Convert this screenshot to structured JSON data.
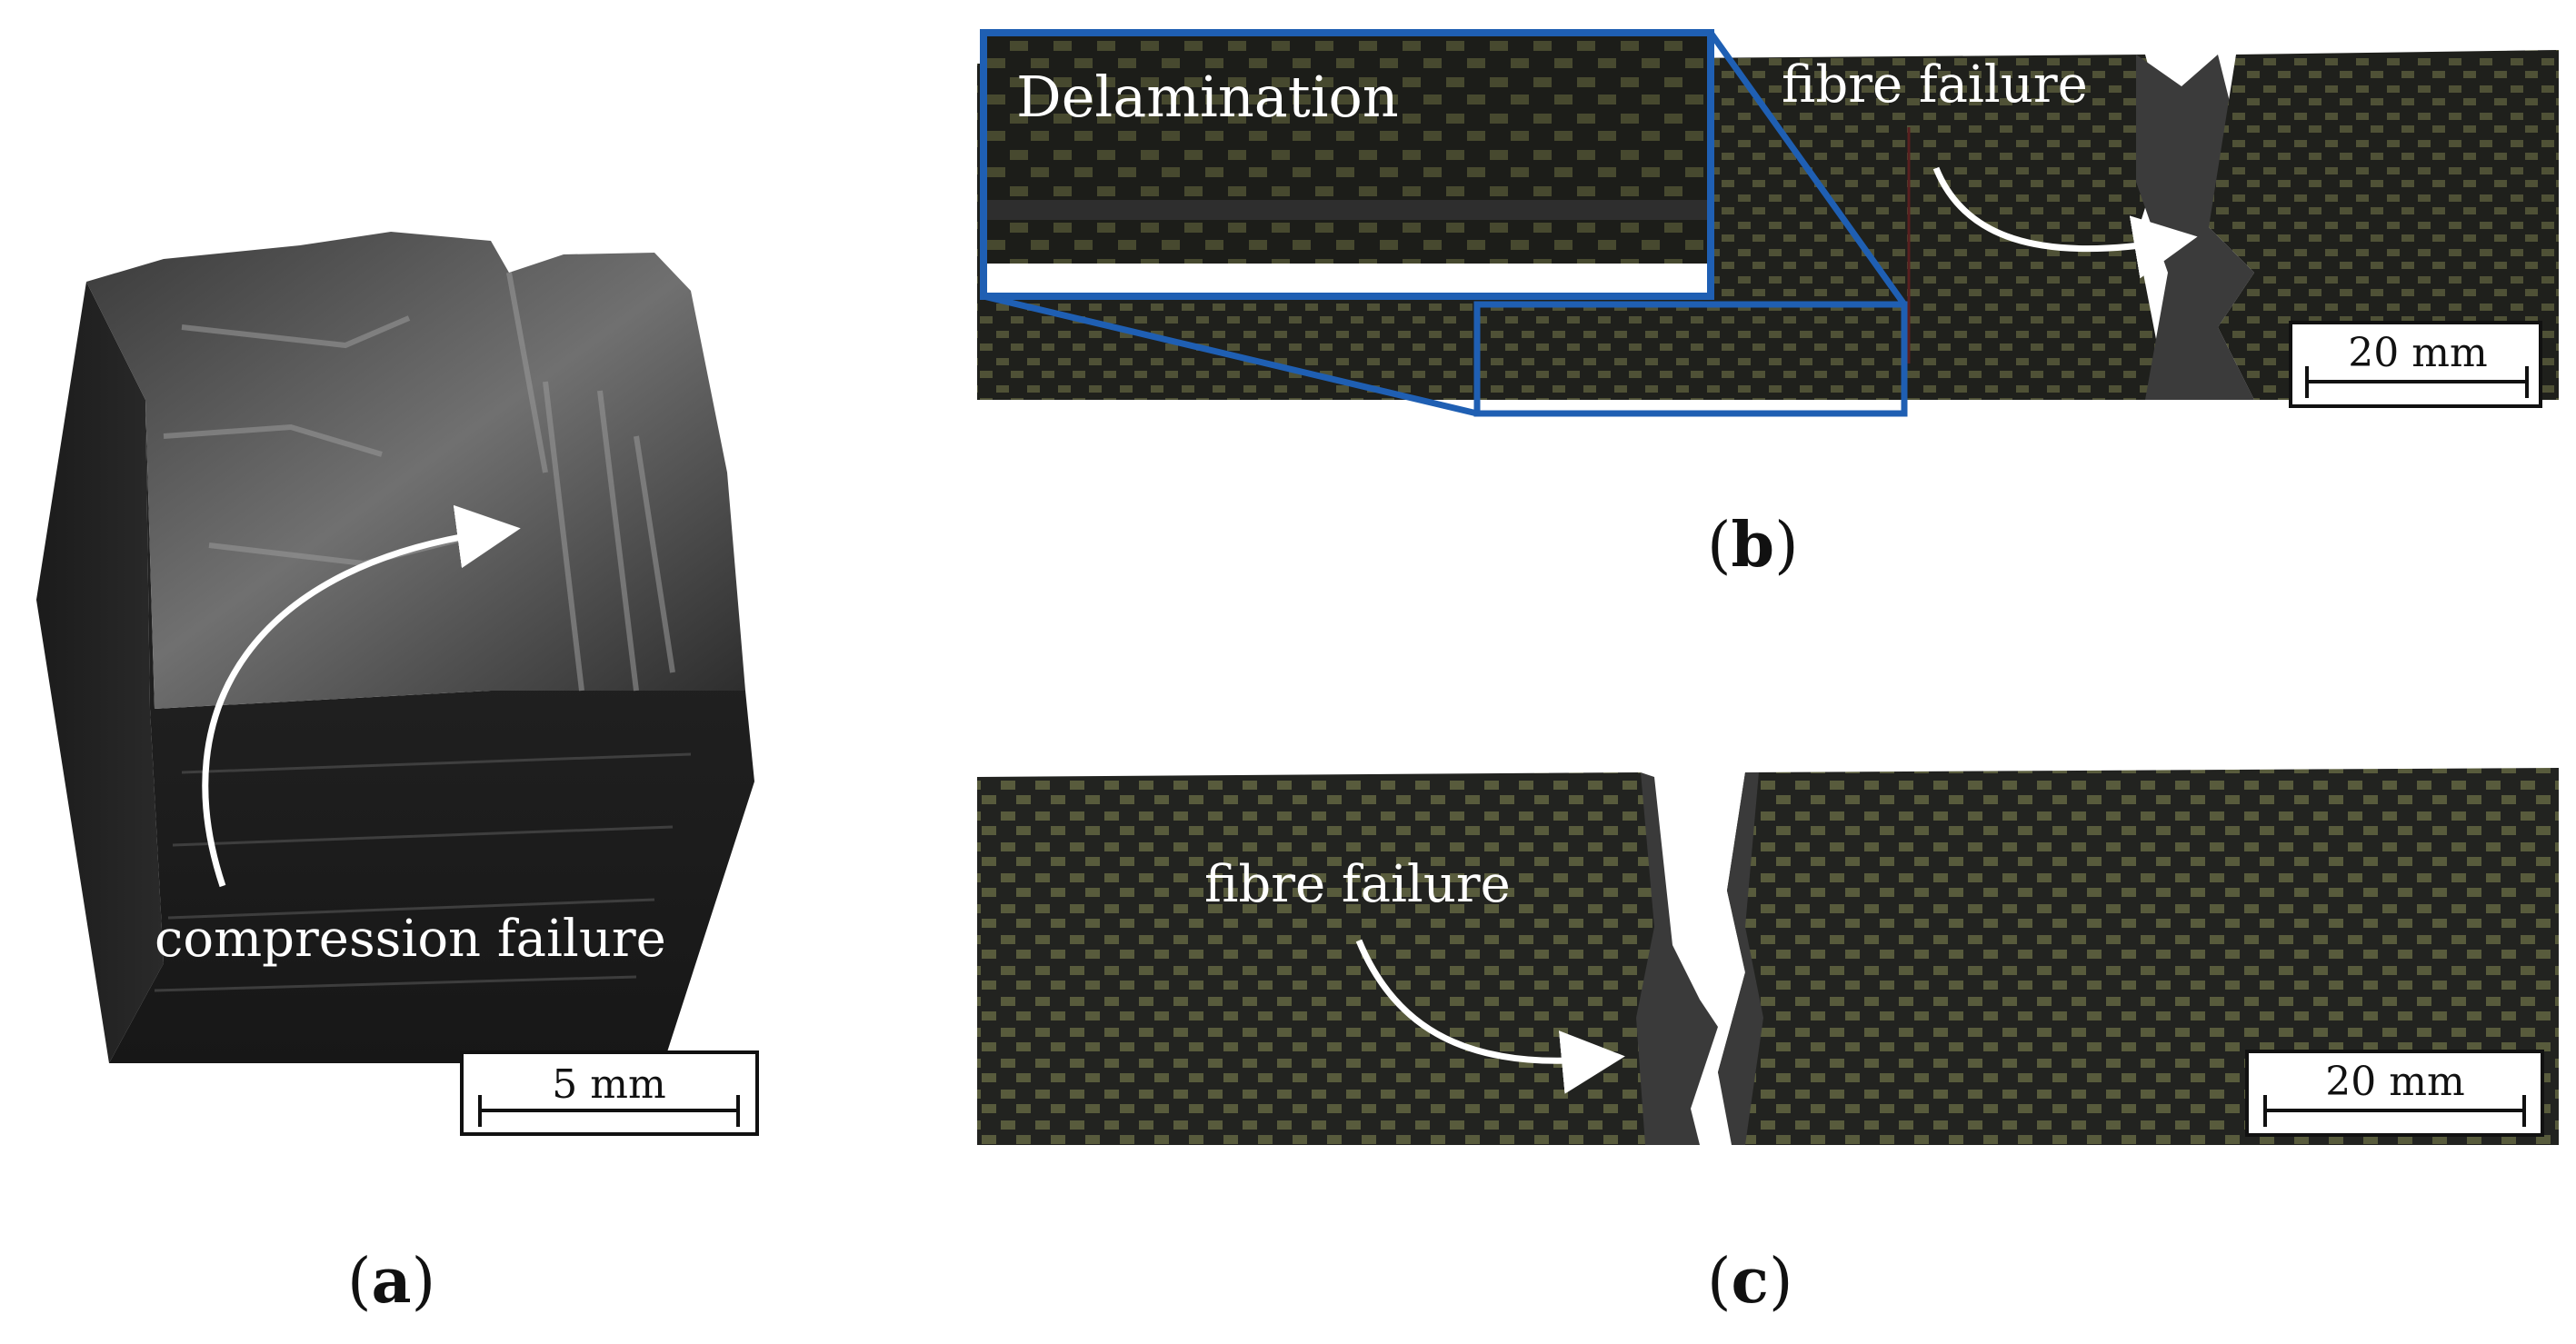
{
  "panels": {
    "a": {
      "caption_letter": "a",
      "annotation": "compression failure",
      "scale_bar": "5 mm"
    },
    "b": {
      "caption_letter": "b",
      "inset_label": "Delamination",
      "annotation": "fibre failure",
      "scale_bar": "20 mm"
    },
    "c": {
      "caption_letter": "c",
      "annotation": "fibre failure",
      "scale_bar": "20 mm"
    }
  },
  "colors": {
    "inset_frame": "#1f5fb3",
    "specimen_dark": "#1a1a1a",
    "weave_green": "#56573a",
    "annotation_text": "#ffffff"
  }
}
